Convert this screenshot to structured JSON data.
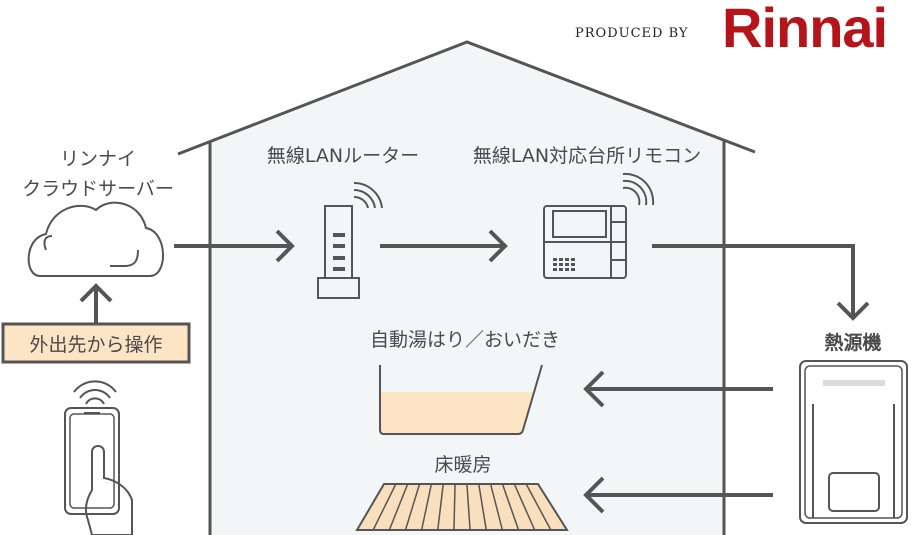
{
  "header": {
    "produced_by": "PRODUCED BY",
    "brand": "Rinnai",
    "brand_color": "#b5141b"
  },
  "cloud": {
    "label_line1": "リンナイ",
    "label_line2": "クラウドサーバー",
    "icon": "cloud-icon"
  },
  "remote_access": {
    "label": "外出先から操作",
    "box_color": "#fde4c4",
    "icon": "smartphone-tap-icon"
  },
  "router": {
    "label": "無線LANルーター",
    "icon": "wifi-router-icon"
  },
  "kitchen_remote": {
    "label": "無線LAN対応台所リモコン",
    "icon": "kitchen-remote-icon"
  },
  "bath": {
    "label": "自動湯はり／おいだき",
    "icon": "bathtub-icon",
    "water_color": "#fde4c4"
  },
  "floor_heating": {
    "label": "床暖房",
    "icon": "floor-heating-icon",
    "floor_color": "#f9dfbd"
  },
  "heat_source": {
    "label": "熱源機",
    "icon": "water-heater-icon"
  },
  "colors": {
    "line": "#555555",
    "house_fill": "#f3f6f7",
    "phone_screen": "#d5dde2"
  }
}
